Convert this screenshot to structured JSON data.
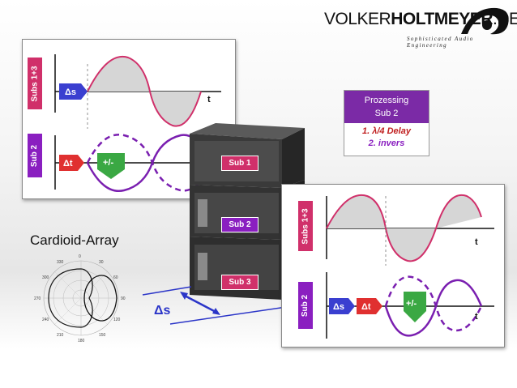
{
  "brand": {
    "name_light": "VOLKER",
    "name_bold": "HOLTMEYER",
    "name_suffix": ".DE",
    "tagline": "Sophisticated Audio Engineering"
  },
  "panel_top": {
    "row1_label": "Subs 1+3",
    "row2_label": "Sub 2",
    "row1_tag": "Δs",
    "row2_tag": "Δt",
    "row2_polarity": "+/-",
    "axis_label": "t"
  },
  "processing": {
    "title_line1": "Prozessing",
    "title_line2": "Sub 2",
    "step1": "1. λ/4 Delay",
    "step2": "2. invers"
  },
  "cabinets": {
    "sub1": "Sub 1",
    "sub2": "Sub 2",
    "sub3": "Sub 3"
  },
  "caption": "Cardioid-Array",
  "distance_label": "Δs",
  "panel_bottom": {
    "row1_label": "Subs 1+3",
    "row2_label": "Sub 2",
    "row2_tag_s": "Δs",
    "row2_tag_t": "Δt",
    "row2_polarity": "+/-",
    "axis_label": "t"
  },
  "polar_ticks": [
    "0",
    "30",
    "60",
    "90",
    "120",
    "150",
    "180",
    "210",
    "240",
    "270",
    "300",
    "330"
  ],
  "colors": {
    "pink": "#d0306a",
    "purple": "#8a1fc0",
    "blue_tag": "#3a3fd0",
    "red_tag": "#e03030",
    "green_tag": "#3aa843",
    "processing_header": "#7b2aa6"
  }
}
